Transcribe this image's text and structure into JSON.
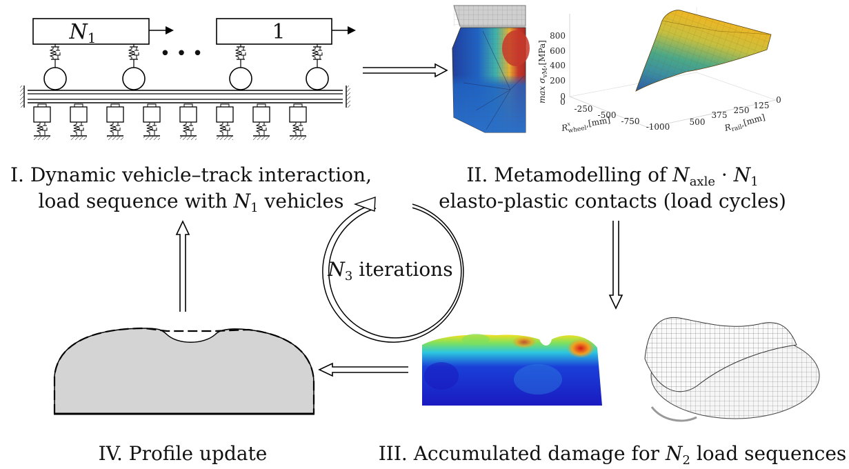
{
  "stages": {
    "stage1": {
      "line1": "I. Dynamic vehicle–track interaction,",
      "line2_prefix": "load sequence with ",
      "line2_var": "N",
      "line2_sub": "1",
      "line2_suffix": " vehicles"
    },
    "stage2": {
      "line1_prefix": "II. Metamodelling of ",
      "line1_var1": "N",
      "line1_sub1": "axle",
      "line1_dot": " · ",
      "line1_var2": "N",
      "line1_sub2": "1",
      "line2": "elasto-plastic contacts (load cycles)"
    },
    "stage3": {
      "prefix": "III. Accumulated damage for ",
      "var": "N",
      "sub": "2",
      "suffix": " load sequences"
    },
    "stage4": {
      "label": "IV. Profile update"
    }
  },
  "loop": {
    "var": "N",
    "sub": "3",
    "suffix": " iterations"
  },
  "vehicles": {
    "first": {
      "var": "N",
      "sub": "1"
    },
    "last": {
      "label": "1"
    },
    "ellipsis": "• • •"
  },
  "plot3d": {
    "zlabel_prefix": "max σ",
    "zlabel_sub": "vM",
    "zlabel_unit": ",[MPa]",
    "z_ticks": [
      "800",
      "600",
      "400",
      "200",
      "0"
    ],
    "x_ticks": [
      "0",
      "-250",
      "-500",
      "-750",
      "-1000"
    ],
    "y_ticks": [
      "500",
      "375",
      "250",
      "125",
      "0"
    ],
    "xlabel_var": "R",
    "xlabel_sup": "x",
    "xlabel_sub": "wheel",
    "xlabel_unit": ",[mm]",
    "ylabel_var": "R",
    "ylabel_sub": "rail",
    "ylabel_unit": ",[mm]"
  },
  "colors": {
    "profile_fill": "#d4d4d4",
    "surface_yellow": "#f2b521",
    "surface_green": "#4aa889",
    "surface_blue": "#2b5aa8",
    "fem_red": "#c8382a",
    "fem_blue": "#1f63c4",
    "damage_blue": "#1010b0",
    "damage_cyan": "#2cc6e0",
    "damage_yellow": "#f2e020",
    "damage_red": "#d81818"
  }
}
